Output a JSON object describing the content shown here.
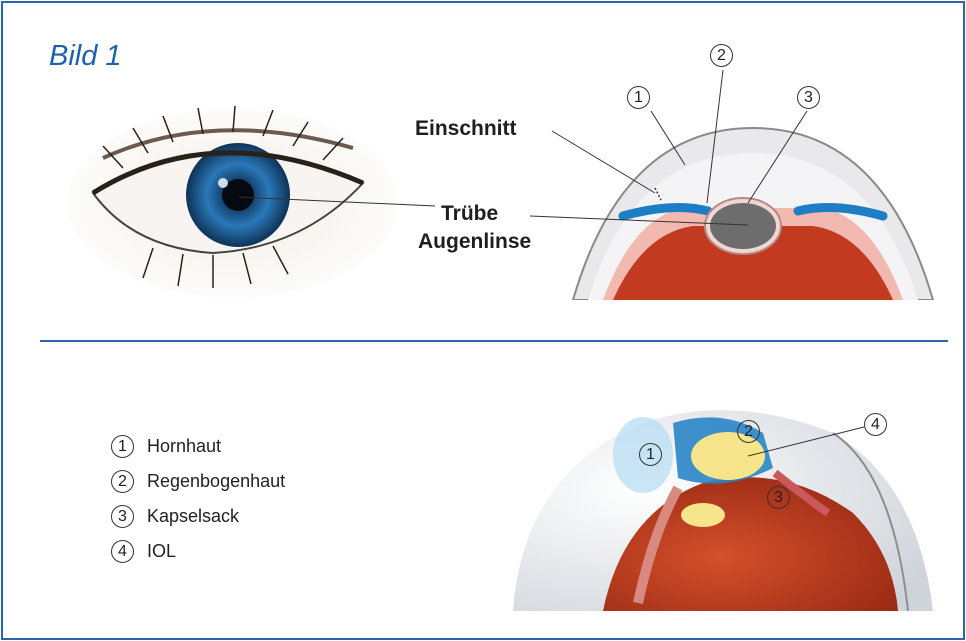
{
  "figure_title": "Bild 1",
  "labels": {
    "incision": "Einschnitt",
    "cloudy_lens_line1": "Trübe",
    "cloudy_lens_line2": "Augenlinse"
  },
  "top_markers": [
    "1",
    "2",
    "3"
  ],
  "bottom_markers": [
    "1",
    "2",
    "3",
    "4"
  ],
  "legend": [
    {
      "num": "1",
      "label": "Hornhaut"
    },
    {
      "num": "2",
      "label": "Regenbogenhaut"
    },
    {
      "num": "3",
      "label": "Kapselsack"
    },
    {
      "num": "4",
      "label": "IOL"
    }
  ],
  "colors": {
    "frame": "#2b66a8",
    "title": "#1f62ac",
    "iris": "#1d5fa0",
    "eyeball": "#c0391f",
    "lens_cloudy": "#6d6d6d",
    "iol": "#f6e58a"
  }
}
